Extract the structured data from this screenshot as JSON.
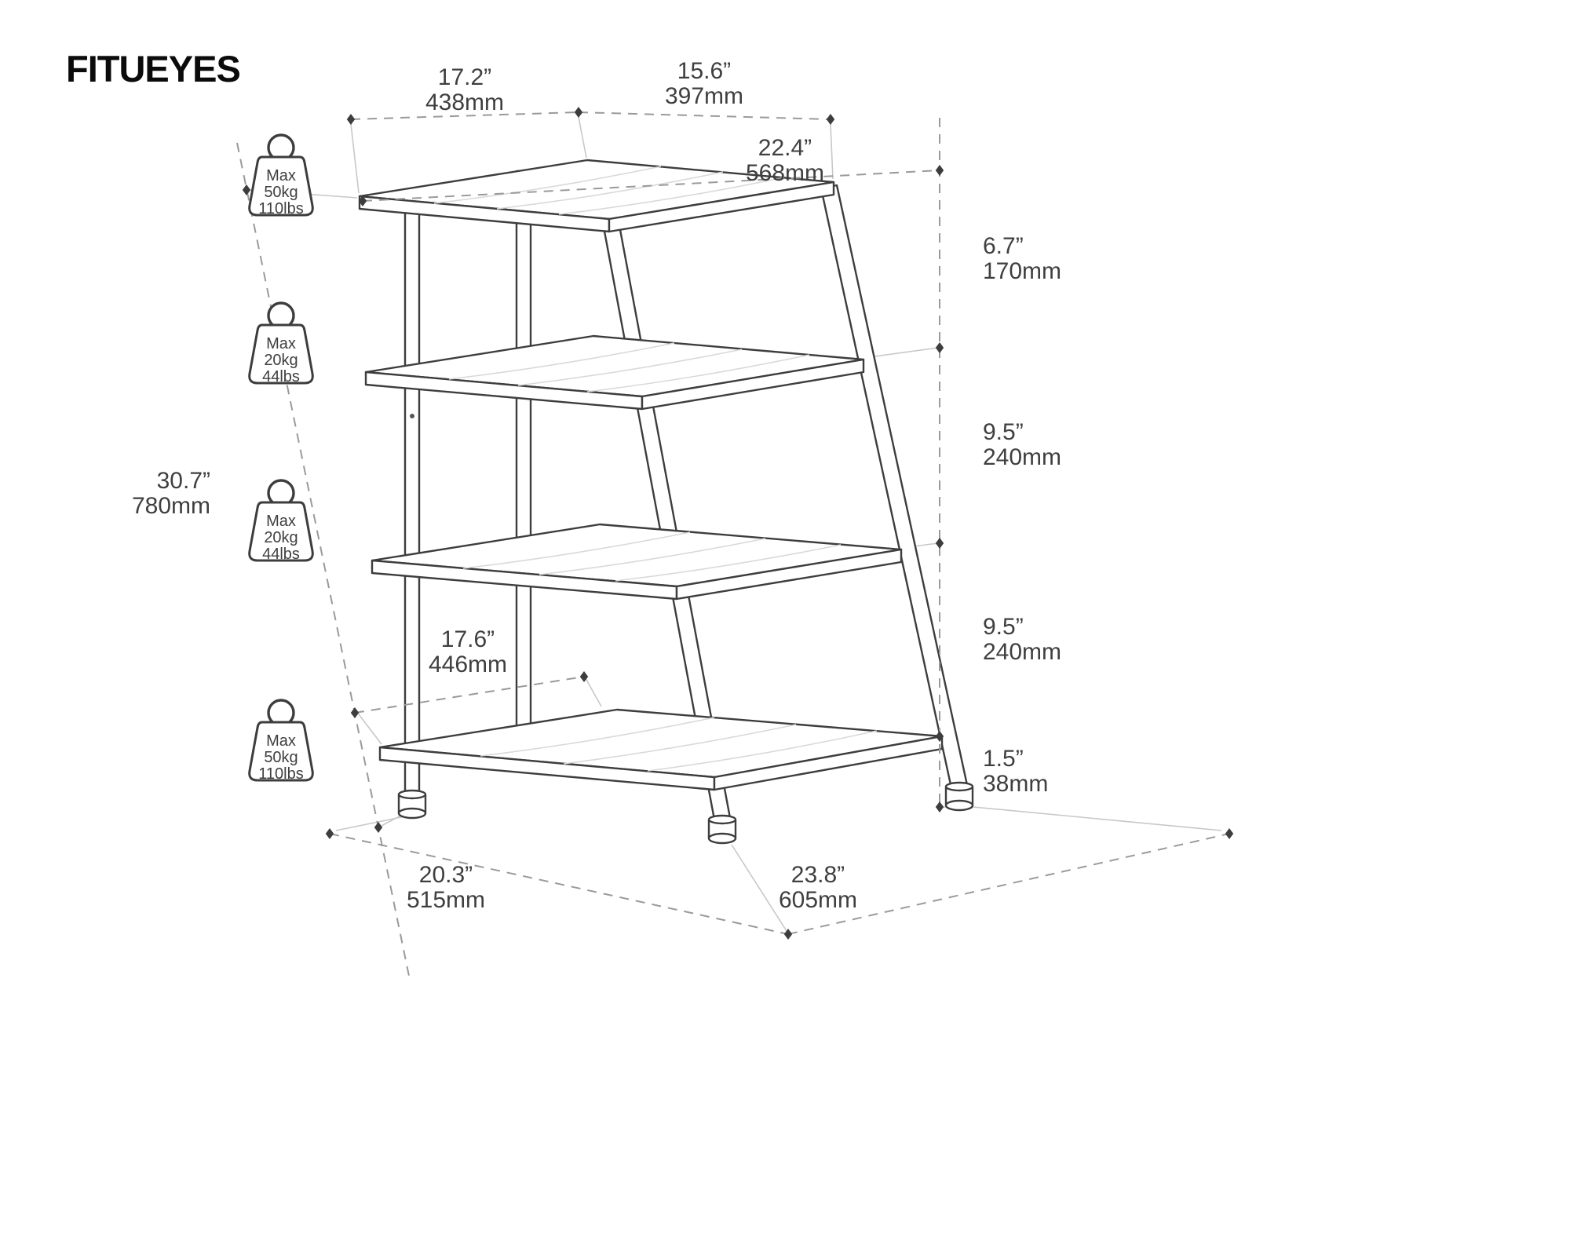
{
  "logo": {
    "text": "FITUEYES"
  },
  "dims": {
    "top_depth": {
      "in": "17.2”",
      "mm": "438mm"
    },
    "top_width": {
      "in": "15.6”",
      "mm": "397mm"
    },
    "top_total": {
      "in": "22.4”",
      "mm": "568mm"
    },
    "gap1": {
      "in": "6.7”",
      "mm": "170mm"
    },
    "gap2": {
      "in": "9.5”",
      "mm": "240mm"
    },
    "gap3": {
      "in": "9.5”",
      "mm": "240mm"
    },
    "gap4": {
      "in": "1.5”",
      "mm": "38mm"
    },
    "height": {
      "in": "30.7”",
      "mm": "780mm"
    },
    "shelf_depth": {
      "in": "17.6”",
      "mm": "446mm"
    },
    "bottom_depth": {
      "in": "20.3”",
      "mm": "515mm"
    },
    "bottom_width": {
      "in": "23.8”",
      "mm": "605mm"
    }
  },
  "weights": [
    {
      "line1": "Max",
      "line2": "50kg",
      "line3": "110lbs"
    },
    {
      "line1": "Max",
      "line2": "20kg",
      "line3": "44lbs"
    },
    {
      "line1": "Max",
      "line2": "20kg",
      "line3": "44lbs"
    },
    {
      "line1": "Max",
      "line2": "50kg",
      "line3": "110lbs"
    }
  ],
  "colors": {
    "line": "#3d3d3d",
    "dash": "#9a9a9a",
    "text": "#3f3f3f"
  }
}
